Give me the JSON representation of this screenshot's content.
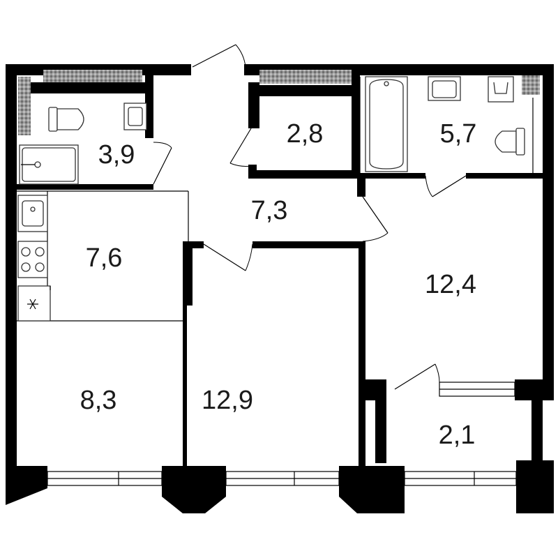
{
  "plan": {
    "rooms": [
      {
        "id": "bathroom-small",
        "area": "3,9"
      },
      {
        "id": "hallway-closet",
        "area": "2,8"
      },
      {
        "id": "bathroom-large",
        "area": "5,7"
      },
      {
        "id": "corridor",
        "area": "7,3"
      },
      {
        "id": "kitchen",
        "area": "7,6"
      },
      {
        "id": "bedroom",
        "area": "12,4"
      },
      {
        "id": "living-dining",
        "area": "8,3"
      },
      {
        "id": "living-room",
        "area": "12,9"
      },
      {
        "id": "balcony",
        "area": "2,1"
      }
    ],
    "icons": {
      "fridge": "snowflake-icon",
      "washer": "washing-machine-icon"
    },
    "colors": {
      "wall": "#000000",
      "ventilation": "#8c8c8c",
      "background": "#ffffff"
    }
  }
}
